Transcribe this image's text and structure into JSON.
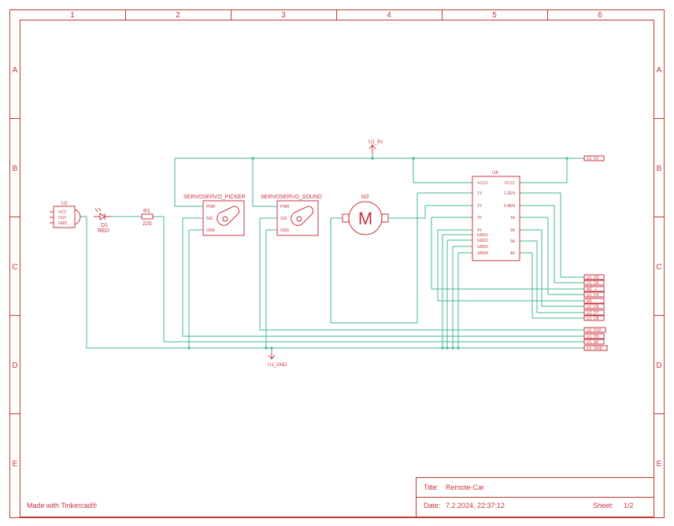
{
  "grid": {
    "columns": [
      "1",
      "2",
      "3",
      "4",
      "5",
      "6"
    ],
    "rows": [
      "A",
      "B",
      "C",
      "D",
      "E"
    ]
  },
  "footer": {
    "made_with": "Made with Tinkercad®",
    "title_label": "Title:",
    "title_value": "Remote-Car",
    "date_label": "Date:",
    "date_value": "7.2.2024, 22:37:12",
    "sheet_label": "Sheet:",
    "sheet_value": "1/2"
  },
  "power": {
    "vcc_label": "U1_5V",
    "gnd_label": "U1_GND"
  },
  "components": {
    "u2": {
      "ref": "U2",
      "pins": [
        "VCC",
        "OUT",
        "GND"
      ]
    },
    "d1": {
      "ref": "D1",
      "value": "RED"
    },
    "r1": {
      "ref": "R1",
      "value": "220"
    },
    "servo_picker": {
      "name": "SERVOSERVO_PICKER",
      "pins": [
        "PWR",
        "SIG",
        "GND"
      ]
    },
    "servo_sound": {
      "name": "SERVOSERVO_SOUND",
      "pins": [
        "PWR",
        "SIG",
        "GND"
      ]
    },
    "m2": {
      "ref": "M2",
      "symbol": "M"
    },
    "u4": {
      "ref": "U4",
      "left_pins": [
        "VCC2",
        "1Y",
        "2Y",
        "3Y",
        "4Y",
        "GND1",
        "GND2",
        "GND3",
        "GND4"
      ],
      "right_pins": [
        "VCC1",
        "1-2EN",
        "3-4EN",
        "1A",
        "2A",
        "3A",
        "4A"
      ]
    }
  },
  "net_labels": {
    "top_right": "U1_5V",
    "right_group": [
      "U1_D3",
      "U1_D6",
      "M1_+",
      "U1_D4",
      "M1_-",
      "U1_D5",
      "U1_D7",
      "U1_D8"
    ],
    "bottom_group": [
      "U1_D10",
      "U1_D9",
      "U1_A0",
      "U1_GND"
    ]
  }
}
